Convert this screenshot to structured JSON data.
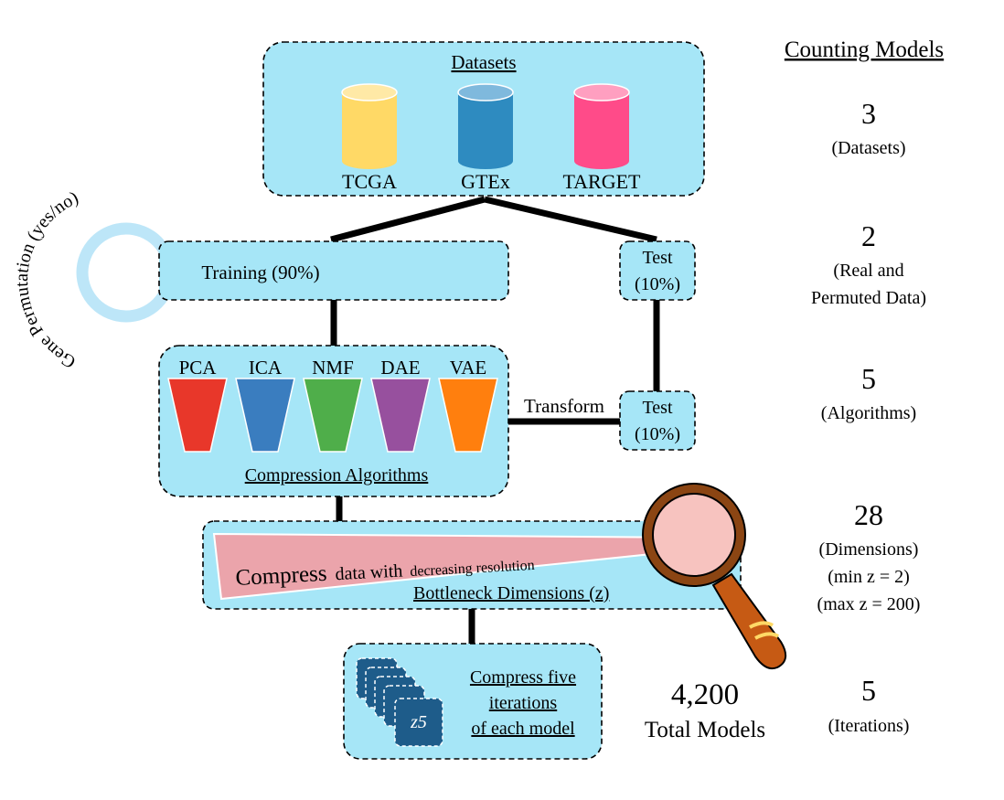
{
  "counting": {
    "title": "Counting Models",
    "rows": [
      {
        "number": "3",
        "labels": [
          "(Datasets)"
        ]
      },
      {
        "number": "2",
        "labels": [
          "(Real and",
          "Permuted Data)"
        ]
      },
      {
        "number": "5",
        "labels": [
          "(Algorithms)"
        ]
      },
      {
        "number": "28",
        "labels": [
          "(Dimensions)",
          "(min z = 2)",
          "(max z = 200)"
        ]
      },
      {
        "number": "5",
        "labels": [
          "(Iterations)"
        ]
      }
    ]
  },
  "datasets": {
    "title": "Datasets",
    "items": [
      {
        "name": "TCGA",
        "color": "#ffd966"
      },
      {
        "name": "GTEx",
        "color": "#2e8bc0"
      },
      {
        "name": "TARGET",
        "color": "#ff4b89"
      }
    ]
  },
  "permutation": {
    "label": "Gene Permutation (yes/no)",
    "ring_color": "#bde6f8"
  },
  "training": {
    "label": "Training (90%)"
  },
  "test_top": {
    "line1": "Test",
    "line2": "(10%)"
  },
  "test_bottom": {
    "line1": "Test",
    "line2": "(10%)"
  },
  "transform": {
    "label": "Transform"
  },
  "algorithms": {
    "title": "Compression Algorithms",
    "items": [
      {
        "name": "PCA",
        "color": "#e8372a"
      },
      {
        "name": "ICA",
        "color": "#3a7dbf"
      },
      {
        "name": "NMF",
        "color": "#4fae4a"
      },
      {
        "name": "DAE",
        "color": "#97509e"
      },
      {
        "name": "VAE",
        "color": "#ff7f0e"
      }
    ]
  },
  "bottleneck": {
    "wedge_text_1": "Compress",
    "wedge_text_2": "data with",
    "wedge_text_3": "decreasing resolution",
    "label": "Bottleneck Dimensions (z)",
    "wedge_color": "#eba4ab"
  },
  "iterations": {
    "lines": [
      "Compress five",
      "iterations",
      "of each model"
    ],
    "card_label": "z5",
    "card_color": "#1e5c8a"
  },
  "total": {
    "number": "4,200",
    "label": "Total Models"
  }
}
